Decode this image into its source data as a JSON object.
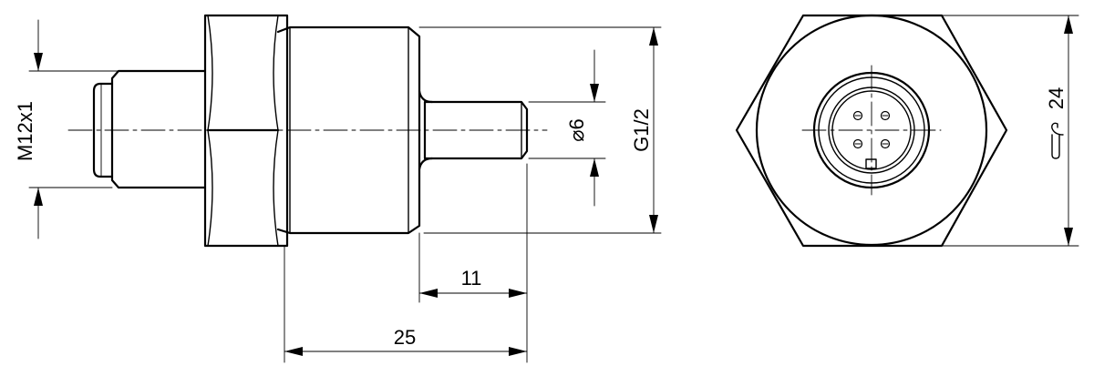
{
  "drawing": {
    "side_view": {
      "connector_thread": "M12x1",
      "process_thread": "G1/2",
      "probe_diameter_symbol": "⌀",
      "probe_diameter": "6",
      "probe_length": "11",
      "total_length": "25"
    },
    "front_view": {
      "wrench_size": "24",
      "wrench_icon": "wrench-icon",
      "connector_pins": 4
    }
  }
}
